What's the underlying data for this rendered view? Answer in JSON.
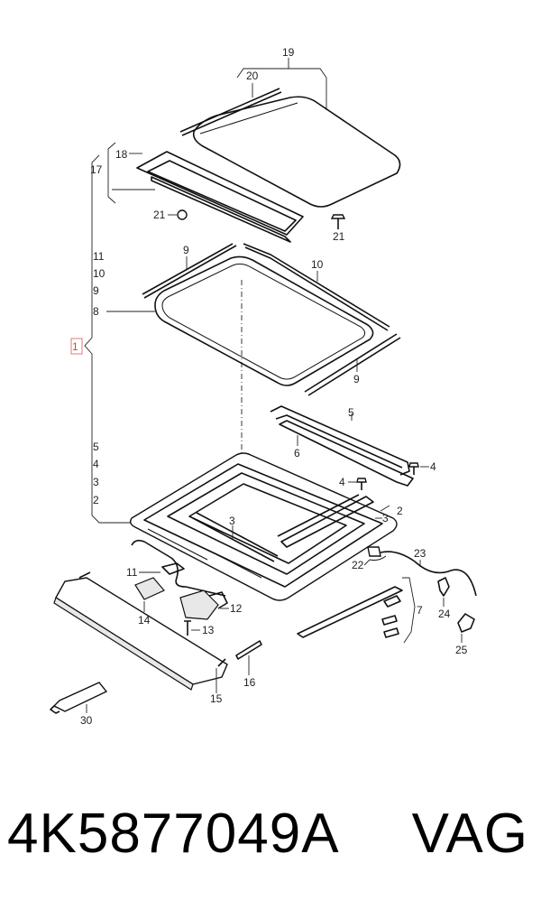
{
  "diagram": {
    "callouts": {
      "c1": "1",
      "c2": "2",
      "c3": "3",
      "c4": "4",
      "c5": "5",
      "c6": "6",
      "c7": "7",
      "c8": "8",
      "c9": "9",
      "c10": "10",
      "c11": "11",
      "c12": "12",
      "c13": "13",
      "c14": "14",
      "c15": "15",
      "c16": "16",
      "c17": "17",
      "c18": "18",
      "c19": "19",
      "c20": "20",
      "c21": "21",
      "c22": "22",
      "c23": "23",
      "c24": "24",
      "c25": "25",
      "c30": "30"
    }
  },
  "caption": {
    "part_number": "4K5877049A",
    "brand": "VAG"
  }
}
